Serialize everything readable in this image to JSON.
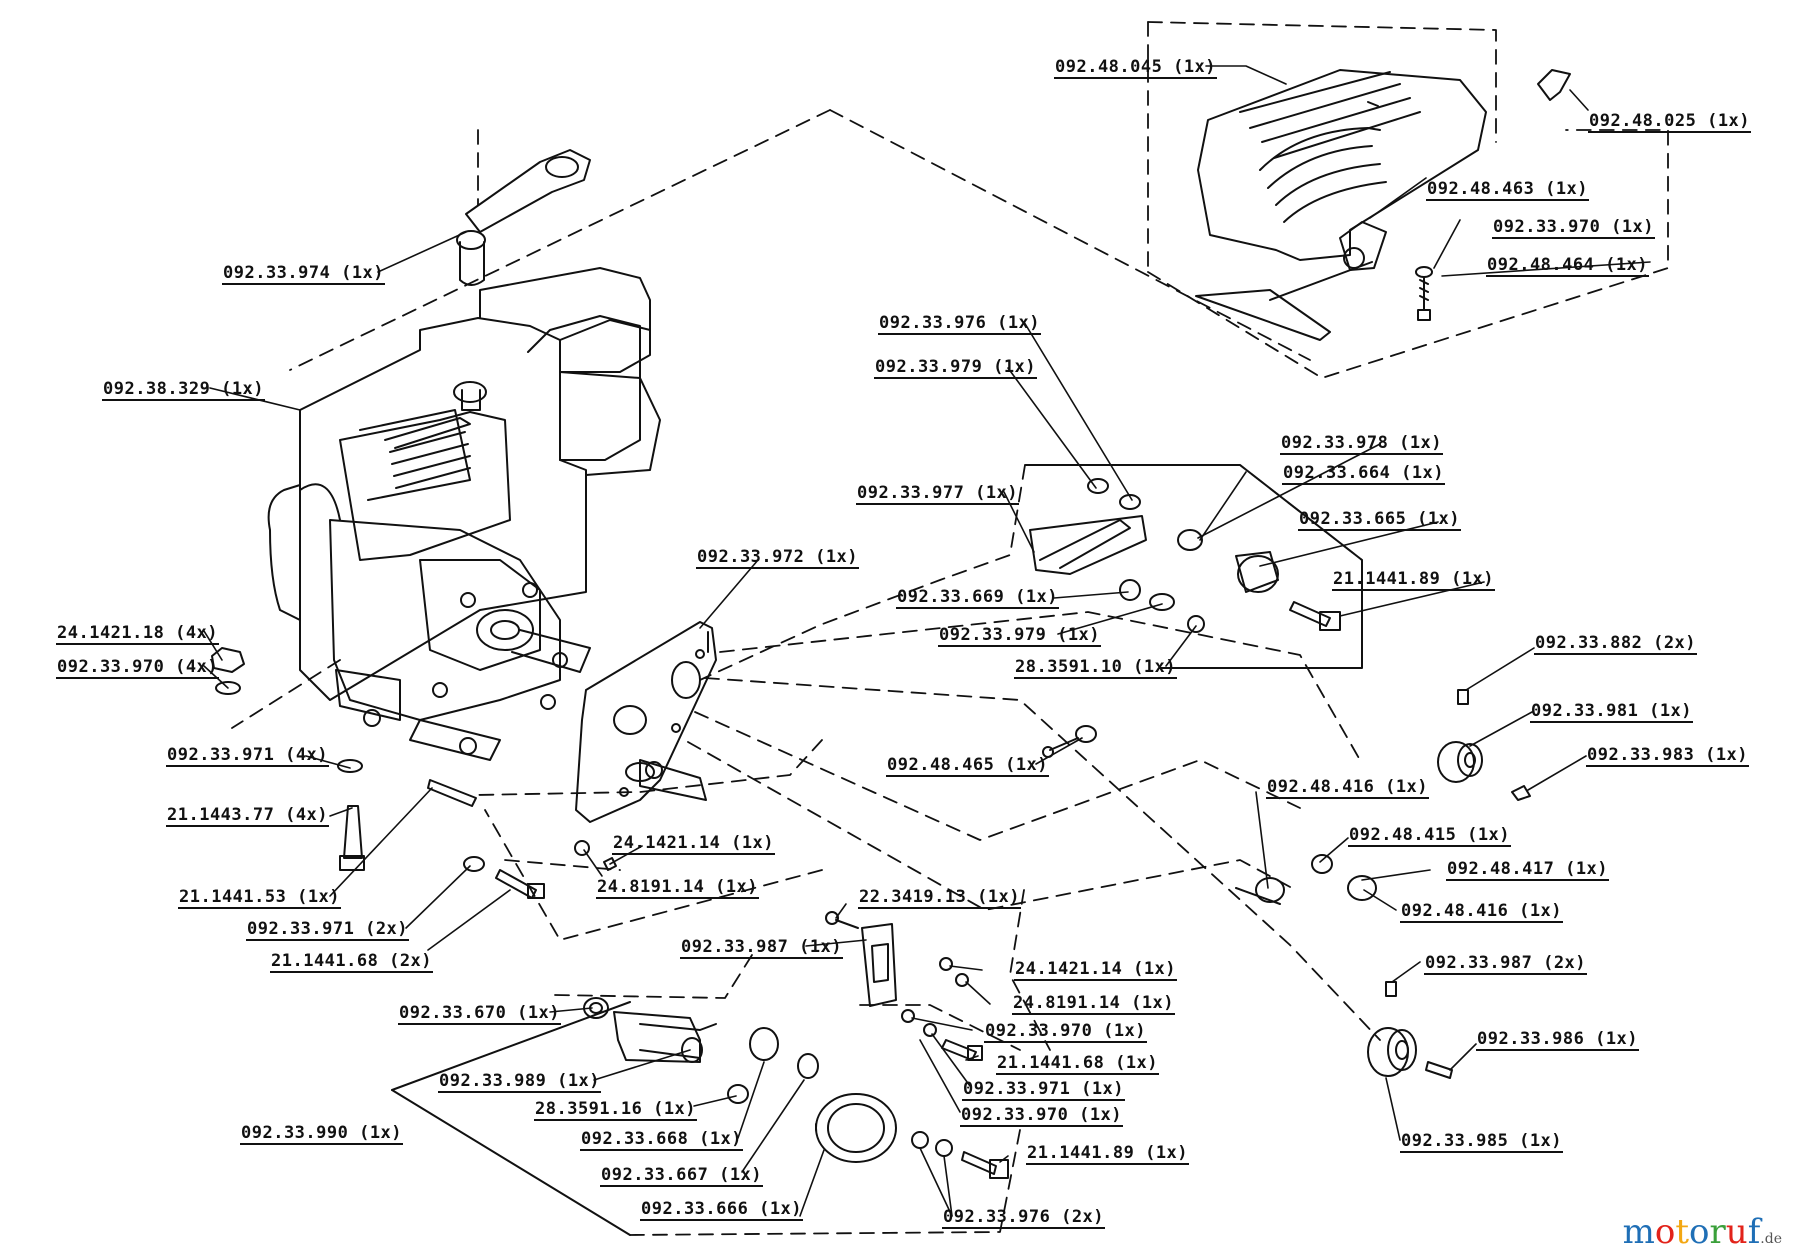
{
  "parts": [
    {
      "id": "cover",
      "code": "092.48.045 (1x)"
    },
    {
      "id": "cover-clip",
      "code": "092.48.025 (1x)"
    },
    {
      "id": "cover-bracket",
      "code": "092.48.463 (1x)"
    },
    {
      "id": "cover-washer",
      "code": "092.33.970 (1x)"
    },
    {
      "id": "cover-screw",
      "code": "092.48.464 (1x)"
    },
    {
      "id": "throttle-lever",
      "code": "092.33.974 (1x)"
    },
    {
      "id": "engine",
      "code": "092.38.329 (1x)"
    },
    {
      "id": "nut-engine",
      "code": "24.1421.18 (4x)"
    },
    {
      "id": "washer-engine",
      "code": "092.33.970 (4x)"
    },
    {
      "id": "washer-engine-bottom",
      "code": "092.33.971 (4x)"
    },
    {
      "id": "bolt-engine",
      "code": "21.1443.77 (4x)"
    },
    {
      "id": "bolt-long",
      "code": "21.1441.53 (1x)"
    },
    {
      "id": "washer-plate",
      "code": "092.33.971 (2x)"
    },
    {
      "id": "bolt-plate",
      "code": "21.1441.68 (2x)"
    },
    {
      "id": "plate",
      "code": "092.33.972 (1x)"
    },
    {
      "id": "nut-plate",
      "code": "24.1421.14 (1x)"
    },
    {
      "id": "washer-plate-small",
      "code": "24.8191.14 (1x)"
    },
    {
      "id": "arm-1",
      "code": "092.33.976 (1x)"
    },
    {
      "id": "arm-2",
      "code": "092.33.979 (1x)"
    },
    {
      "id": "arm-3",
      "code": "092.33.978 (1x)"
    },
    {
      "id": "arm-4",
      "code": "092.33.664 (1x)"
    },
    {
      "id": "arm-5",
      "code": "092.33.977 (1x)"
    },
    {
      "id": "arm-6",
      "code": "092.33.665 (1x)"
    },
    {
      "id": "arm-bolt",
      "code": "21.1441.89 (1x)"
    },
    {
      "id": "arm-spring",
      "code": "092.33.669 (1x)"
    },
    {
      "id": "arm-7",
      "code": "092.33.979 (1x)"
    },
    {
      "id": "arm-8",
      "code": "28.3591.10 (1x)"
    },
    {
      "id": "link-rod",
      "code": "092.48.465 (1x)"
    },
    {
      "id": "pulley-screw",
      "code": "092.33.882 (2x)"
    },
    {
      "id": "pulley",
      "code": "092.33.981 (1x)"
    },
    {
      "id": "pulley-key",
      "code": "092.33.983 (1x)"
    },
    {
      "id": "idler-1",
      "code": "092.48.416 (1x)"
    },
    {
      "id": "idler-2",
      "code": "092.48.415 (1x)"
    },
    {
      "id": "idler-3",
      "code": "092.48.417 (1x)"
    },
    {
      "id": "idler-4",
      "code": "092.48.416 (1x)"
    },
    {
      "id": "bracket-screw",
      "code": "22.3419.13 (1x)"
    },
    {
      "id": "bracket",
      "code": "092.33.987 (1x)"
    },
    {
      "id": "bracket-nut",
      "code": "24.1421.14 (1x)"
    },
    {
      "id": "bracket-washer",
      "code": "24.8191.14 (1x)"
    },
    {
      "id": "bracket-washer-2",
      "code": "092.33.970 (1x)"
    },
    {
      "id": "bracket-bolt",
      "code": "21.1441.68 (1x)"
    },
    {
      "id": "bracket-washer-3",
      "code": "092.33.971 (1x)"
    },
    {
      "id": "bracket-washer-4",
      "code": "092.33.970 (1x)"
    },
    {
      "id": "tension-spring",
      "code": "092.33.670 (1x)"
    },
    {
      "id": "tension-arm",
      "code": "092.33.989 (1x)"
    },
    {
      "id": "tension-clip",
      "code": "28.3591.16 (1x)"
    },
    {
      "id": "tension-bushing",
      "code": "092.33.668 (1x)"
    },
    {
      "id": "tension-sleeve",
      "code": "092.33.667 (1x)"
    },
    {
      "id": "tension-roller",
      "code": "092.33.666 (1x)"
    },
    {
      "id": "tension-assembly",
      "code": "092.33.990 (1x)"
    },
    {
      "id": "roller-bolt",
      "code": "21.1441.89 (1x)"
    },
    {
      "id": "roller-washer",
      "code": "092.33.976 (2x)"
    },
    {
      "id": "pulley2-screw",
      "code": "092.33.987 (2x)"
    },
    {
      "id": "pulley2-key",
      "code": "092.33.986 (1x)"
    },
    {
      "id": "pulley2",
      "code": "092.33.985 (1x)"
    }
  ],
  "watermark": {
    "letters": [
      {
        "ch": "m",
        "color": "#1f6fb6"
      },
      {
        "ch": "o",
        "color": "#e2231a"
      },
      {
        "ch": "t",
        "color": "#f3a712"
      },
      {
        "ch": "o",
        "color": "#1f6fb6"
      },
      {
        "ch": "r",
        "color": "#3aa03a"
      },
      {
        "ch": "u",
        "color": "#e2231a"
      },
      {
        "ch": "f",
        "color": "#1f6fb6"
      }
    ],
    "tld": ".de"
  }
}
